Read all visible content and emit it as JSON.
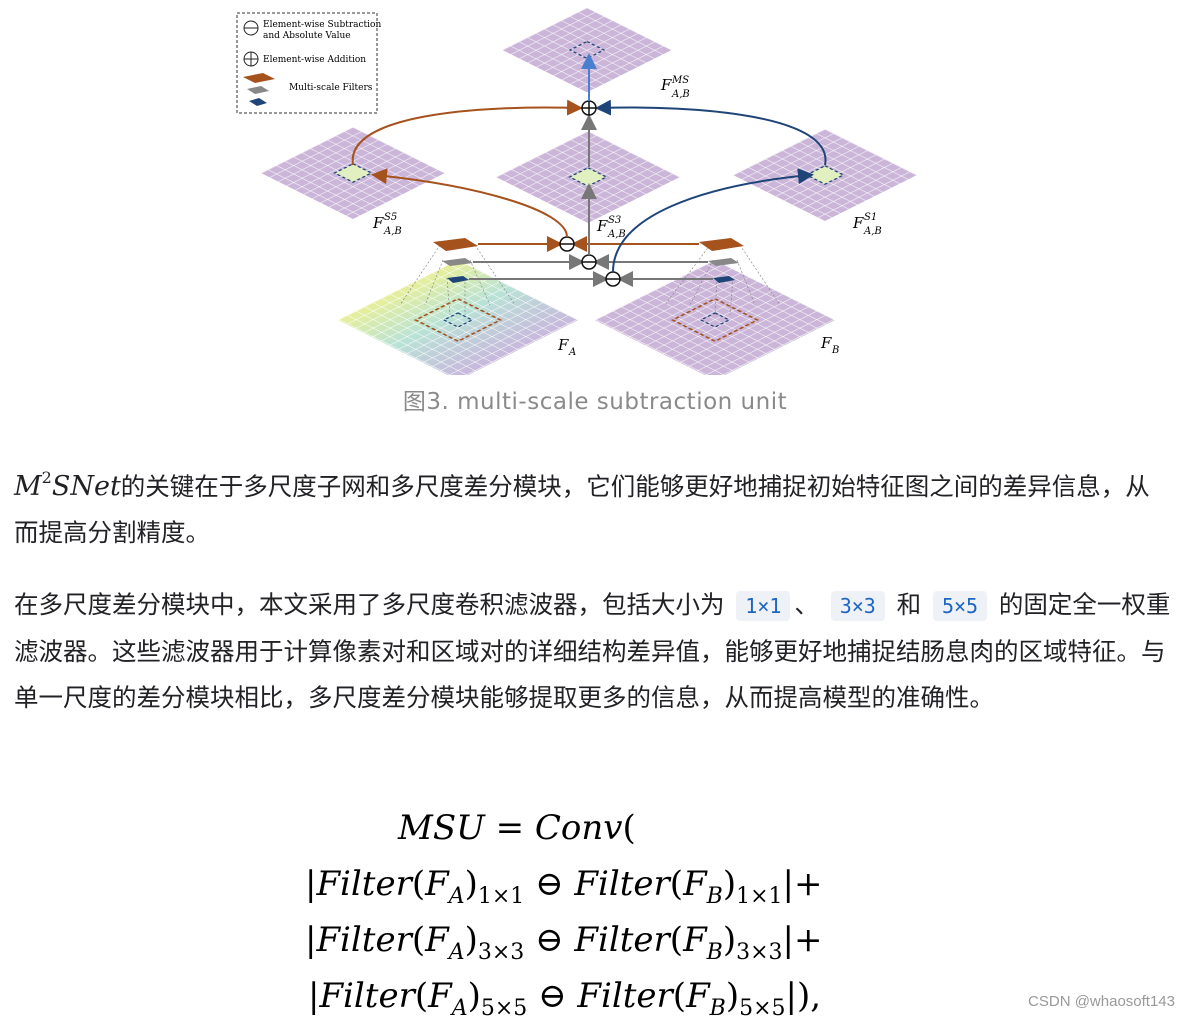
{
  "figure": {
    "legend": {
      "subtraction_line1": "Element-wise Subtraction",
      "subtraction_line2": "and Absolute Value",
      "addition": "Element-wise Addition",
      "filters": "Multi-scale Filters"
    },
    "labels": {
      "f_ms_base": "F",
      "f_ms_sup": "MS",
      "f_ms_sub": "A,B",
      "f_s5_base": "F",
      "f_s5_sup": "S5",
      "f_s5_sub": "A,B",
      "f_s3_base": "F",
      "f_s3_sup": "S3",
      "f_s3_sub": "A,B",
      "f_s1_base": "F",
      "f_s1_sup": "S1",
      "f_s1_sub": "A,B",
      "fa_base": "F",
      "fa_sub": "A",
      "fb_base": "F",
      "fb_sub": "B"
    },
    "colors": {
      "orange": "#a5521c",
      "gray": "#888888",
      "blue": "#1e4478",
      "grid_purple": "#cdb7d8",
      "grid_line": "#ffffff"
    }
  },
  "caption": "图3. multi-scale subtraction unit",
  "paragraph1": {
    "math_base": "M",
    "math_sup": "2",
    "math_rest": "SNet",
    "text": "的关键在于多尺度子网和多尺度差分模块，它们能够更好地捕捉初始特征图之间的差异信息，从而提高分割精度。"
  },
  "paragraph2": {
    "part1": "在多尺度差分模块中，本文采用了多尺度卷积滤波器，包括大小为",
    "code1": "1×1",
    "sep1": "、",
    "code2": "3×3",
    "sep2": "和",
    "code3": "5×5",
    "part2": "的固定全一权重滤波器。这些滤波器用于计算像素对和区域对的详细结构差异值，能够更好地捕捉结肠息肉的区域特征。与单一尺度的差分模块相比，多尺度差分模块能够提取更多的信息，从而提高模型的准确性。"
  },
  "formula": {
    "line1": "MSU = Conv(",
    "line2": "|Filter(F_A)_{1×1} ⊖ Filter(F_B)_{1×1}|+",
    "line3": "|Filter(F_A)_{3×3} ⊖ Filter(F_B)_{3×3}|+",
    "line4": "|Filter(F_A)_{5×5} ⊖ Filter(F_B)_{5×5}|),"
  },
  "watermark": "CSDN @whaosoft143"
}
